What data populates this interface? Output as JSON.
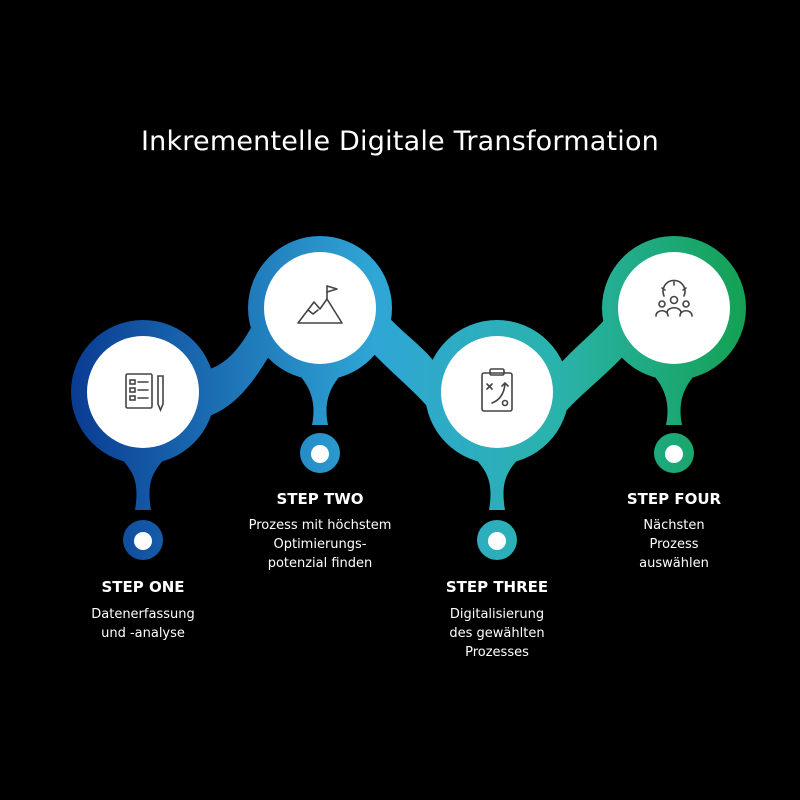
{
  "title": "Inkrementelle Digitale Transformation",
  "colors": {
    "background": "#000000",
    "start": "#0a3c93",
    "mid": "#2fa6d6",
    "end": "#14a153"
  },
  "steps": [
    {
      "title": "STEP ONE",
      "description": [
        "Datenerfassung",
        "und -analyse"
      ],
      "icon": "checklist-pencil-icon"
    },
    {
      "title": "STEP TWO",
      "description": [
        "Prozess mit höchstem",
        "Optimierungs-",
        "potenzial finden"
      ],
      "icon": "mountain-flag-icon"
    },
    {
      "title": "STEP THREE",
      "description": [
        "Digitalisierung",
        "des gewählten",
        "Prozesses"
      ],
      "icon": "clipboard-strategy-icon"
    },
    {
      "title": "STEP FOUR",
      "description": [
        "Nächsten",
        "Prozess",
        "auswählen"
      ],
      "icon": "team-gear-icon"
    }
  ]
}
